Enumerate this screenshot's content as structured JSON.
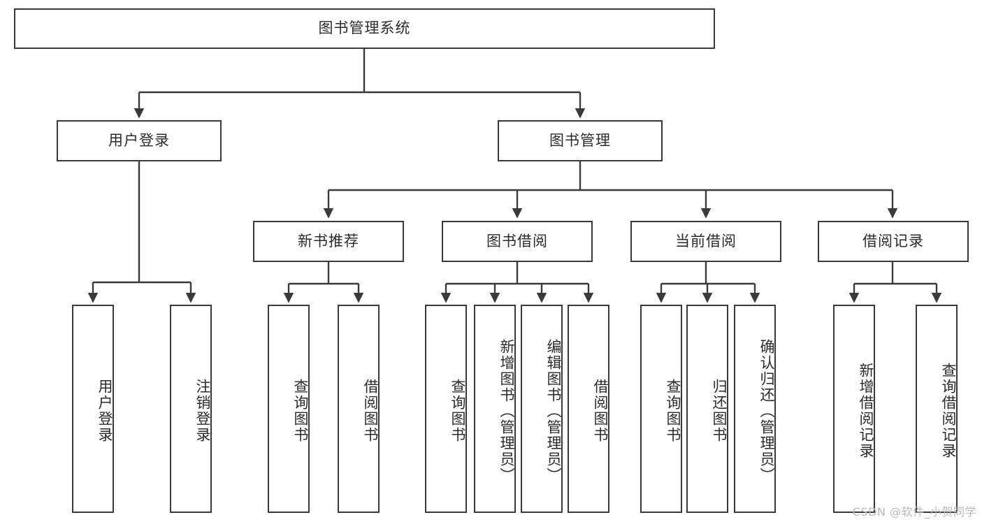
{
  "diagram": {
    "type": "tree-hierarchy-chart",
    "title": "图书管理系统",
    "watermark": "CSDN @软件_小贺同学",
    "colors": {
      "box_border": "#3a3a3a",
      "box_fill": "#ffffff",
      "text": "#2b2b2b",
      "edge": "#3a3a3a",
      "watermark": "#b9b9b9",
      "background": "#ffffff"
    },
    "levels": [
      {
        "level": 1,
        "nodes": [
          {
            "id": "root",
            "label": "图书管理系统",
            "orientation": "horizontal"
          }
        ]
      },
      {
        "level": 2,
        "nodes": [
          {
            "id": "login",
            "label": "用户登录",
            "orientation": "horizontal",
            "parent": "root"
          },
          {
            "id": "bookmgmt",
            "label": "图书管理",
            "orientation": "horizontal",
            "parent": "root"
          }
        ]
      },
      {
        "level": 3,
        "nodes": [
          {
            "id": "newbook",
            "label": "新书推荐",
            "orientation": "horizontal",
            "parent": "bookmgmt"
          },
          {
            "id": "borrow",
            "label": "图书借阅",
            "orientation": "horizontal",
            "parent": "bookmgmt"
          },
          {
            "id": "current",
            "label": "当前借阅",
            "orientation": "horizontal",
            "parent": "bookmgmt"
          },
          {
            "id": "records",
            "label": "借阅记录",
            "orientation": "horizontal",
            "parent": "bookmgmt"
          }
        ]
      },
      {
        "level": 4,
        "nodes": [
          {
            "id": "leaf1",
            "label": "用户登录",
            "orientation": "vertical",
            "parent": "login"
          },
          {
            "id": "leaf2",
            "label": "注销登录",
            "orientation": "vertical",
            "parent": "login"
          },
          {
            "id": "leaf3",
            "label": "查询图书",
            "orientation": "vertical",
            "parent": "newbook"
          },
          {
            "id": "leaf4",
            "label": "借阅图书",
            "orientation": "vertical",
            "parent": "newbook"
          },
          {
            "id": "leaf5",
            "label": "查询图书",
            "orientation": "vertical",
            "parent": "borrow"
          },
          {
            "id": "leaf6",
            "label": "新增图书（管理员）",
            "orientation": "vertical",
            "parent": "borrow"
          },
          {
            "id": "leaf7",
            "label": "编辑图书（管理员）",
            "orientation": "vertical",
            "parent": "borrow"
          },
          {
            "id": "leaf8",
            "label": "借阅图书",
            "orientation": "vertical",
            "parent": "borrow"
          },
          {
            "id": "leaf9",
            "label": "查询图书",
            "orientation": "vertical",
            "parent": "current"
          },
          {
            "id": "leaf10",
            "label": "归还图书",
            "orientation": "vertical",
            "parent": "current"
          },
          {
            "id": "leaf11",
            "label": "确认归还（管理员）",
            "orientation": "vertical",
            "parent": "current"
          },
          {
            "id": "leaf12",
            "label": "新增借阅记录",
            "orientation": "vertical",
            "parent": "records"
          },
          {
            "id": "leaf13",
            "label": "查询借阅记录",
            "orientation": "vertical",
            "parent": "records"
          }
        ]
      }
    ]
  }
}
